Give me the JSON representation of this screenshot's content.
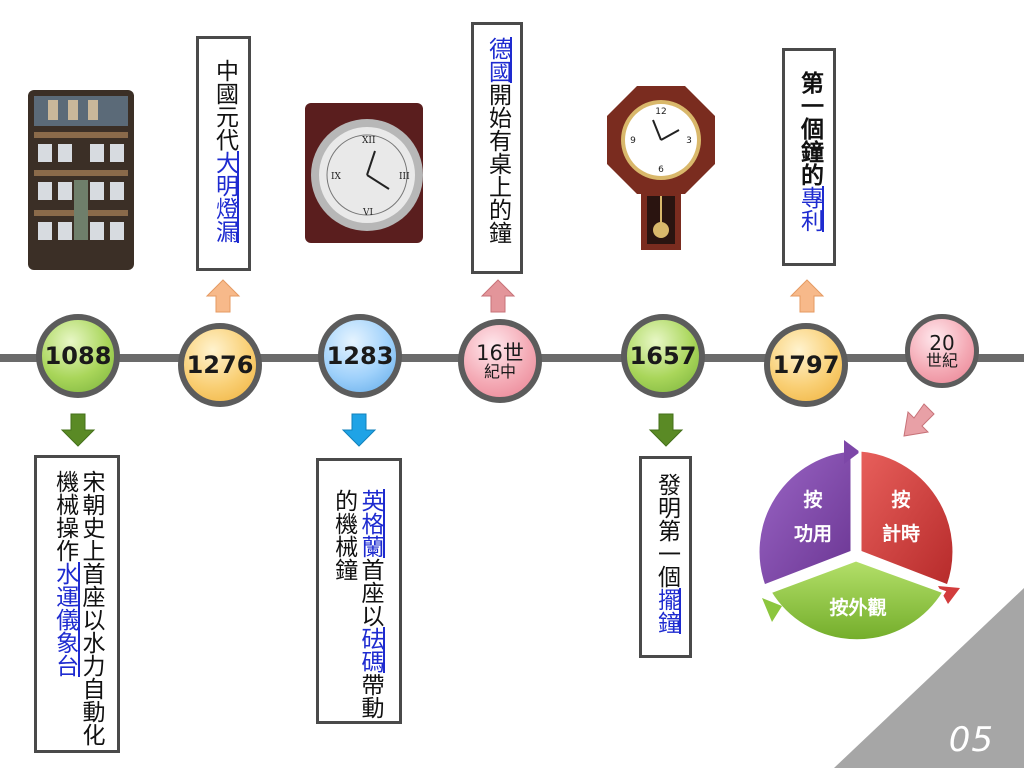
{
  "timeline": [
    {
      "year": "1088",
      "color": "green"
    },
    {
      "year": "1276",
      "color": "orange"
    },
    {
      "year": "1283",
      "color": "blue"
    },
    {
      "year_top": "16世",
      "year_bottom": "紀中",
      "color": "pink"
    },
    {
      "year": "1657",
      "color": "green"
    },
    {
      "year": "1797",
      "color": "orange"
    },
    {
      "year_top": "20",
      "year_bottom": "世紀",
      "color": "pink"
    }
  ],
  "events": {
    "e1088": {
      "plain": "宋朝史上首座以水力自動化機械操作",
      "highlight": "水運儀象台"
    },
    "e1276": {
      "plain": "中國元代",
      "highlight": "大明燈漏"
    },
    "e1283": {
      "highlight": "英格蘭",
      "plain_mid": "首座以",
      "highlight2": "砝碼",
      "plain_end": "帶動的機械鐘"
    },
    "e16": {
      "highlight": "德國",
      "plain": "開始有桌上的鐘"
    },
    "e1657": {
      "plain": "發明第一個",
      "highlight": "擺鐘"
    },
    "e1797": {
      "plain": "第一個鐘的",
      "highlight": "專利"
    }
  },
  "cycle": {
    "function": [
      "按",
      "功用"
    ],
    "timing": [
      "按",
      "計時"
    ],
    "appearance": "按外觀",
    "colors": {
      "purple": "#7d47a8",
      "red": "#d23c3c",
      "green": "#8cc63e"
    }
  },
  "page_number": "05"
}
